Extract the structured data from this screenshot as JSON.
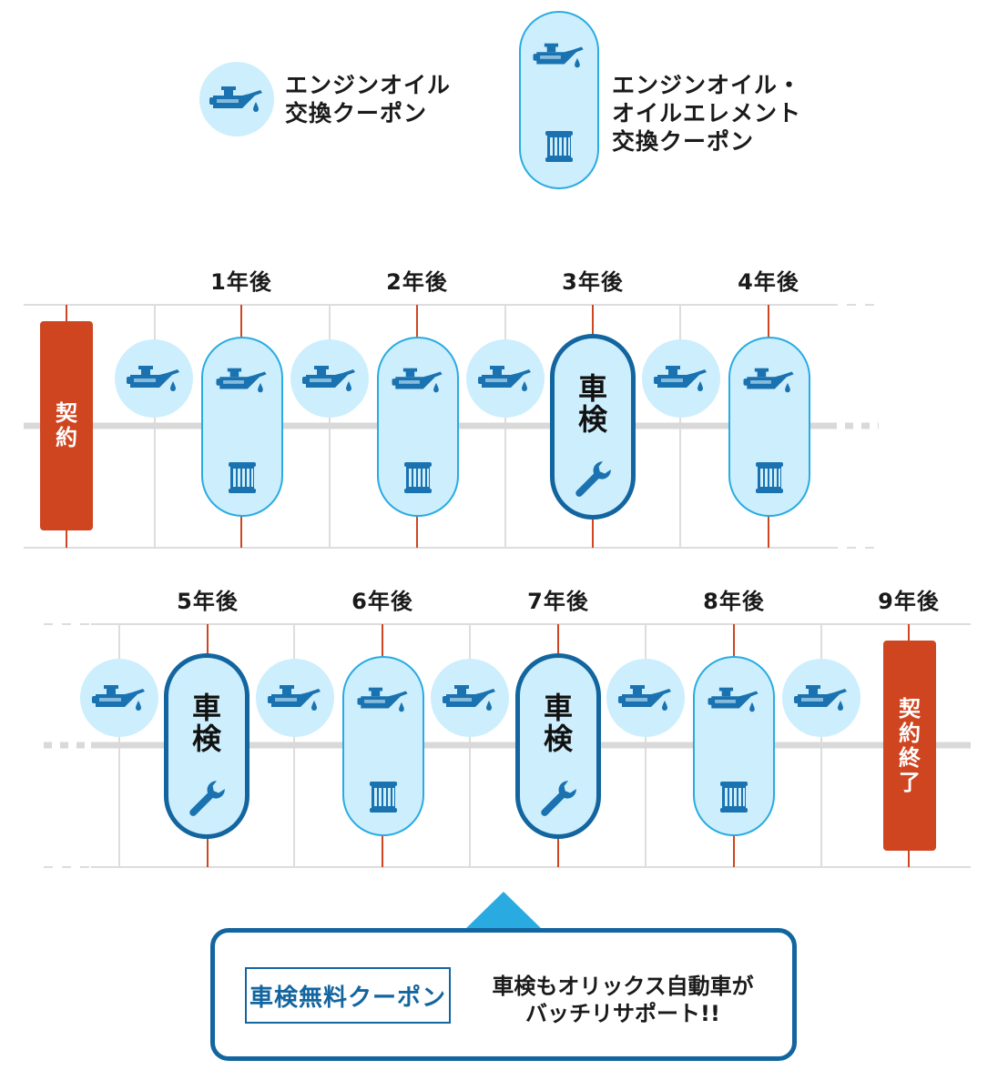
{
  "legend": {
    "oil_label_1": "エンジンオイル",
    "oil_label_2": "交換クーポン",
    "element_label_1": "エンジンオイル・",
    "element_label_2": "オイルエレメント",
    "element_label_3": "交換クーポン"
  },
  "row1": {
    "years": [
      "1年後",
      "2年後",
      "3年後",
      "4年後"
    ],
    "start_label": "契約"
  },
  "row2": {
    "years": [
      "5年後",
      "6年後",
      "7年後",
      "8年後",
      "9年後"
    ],
    "end_label": "契約終了"
  },
  "shaken_label_1": "車",
  "shaken_label_2": "検",
  "callout": {
    "badge": "車検無料クーポン",
    "text_1": "車検もオリックス自動車が",
    "text_2": "バッチリサポート!!"
  },
  "colors": {
    "contract_red": "#cf4520",
    "light_blue": "#cdeefc",
    "icon_blue": "#1a72b0",
    "shaken_border": "#13659f",
    "pill_border": "#29abe2"
  }
}
